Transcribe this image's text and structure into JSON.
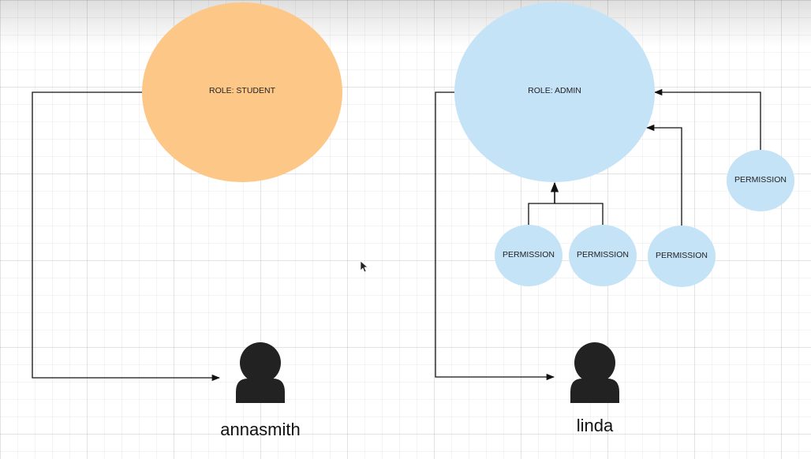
{
  "colors": {
    "student_role": "#fdc788",
    "admin_role": "#c4e3f7",
    "permission": "#c4e3f7",
    "connector": "#111111",
    "user_icon": "#222222"
  },
  "roles": [
    {
      "label": "ROLE: STUDENT"
    },
    {
      "label": "ROLE: ADMIN"
    }
  ],
  "permissions": [
    {
      "label": "PERMISSION"
    },
    {
      "label": "PERMISSION"
    },
    {
      "label": "PERMISSION"
    },
    {
      "label": "PERMISSION"
    }
  ],
  "users": [
    {
      "name": "annasmith",
      "icon": "user-icon"
    },
    {
      "name": "linda",
      "icon": "user-icon"
    }
  ]
}
